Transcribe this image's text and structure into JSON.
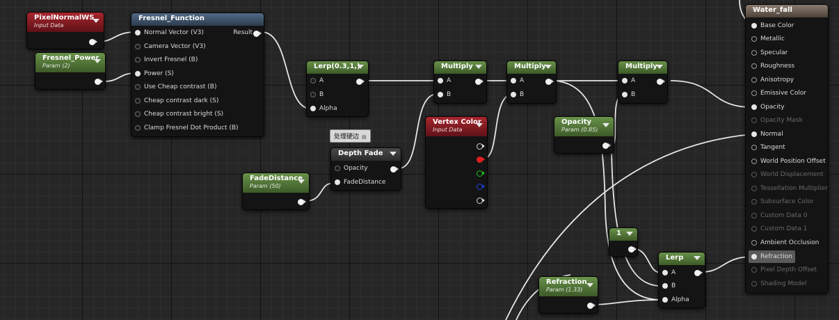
{
  "nodes": {
    "pixel_normal": {
      "title": "PixelNormalWS",
      "subtitle": "Input Data"
    },
    "fresnel_power": {
      "title": "Fresnel_Power",
      "subtitle": "Param (2)"
    },
    "fresnel_fn": {
      "title": "Fresnel_Function",
      "output": "Result",
      "inputs": [
        "Normal Vector (V3)",
        "Camera Vector (V3)",
        "Invert Fresnel (B)",
        "Power (S)",
        "Use Cheap contrast (B)",
        "Cheap contrast dark (S)",
        "Cheap contrast bright (S)",
        "Clamp Fresnel Dot Product (B)"
      ]
    },
    "lerp1": {
      "title": "Lerp(0.3,1,)",
      "inputs": [
        "A",
        "B",
        "Alpha"
      ]
    },
    "depth_fade": {
      "title": "Depth Fade",
      "comment": "处理硬边",
      "inputs": [
        "Opacity",
        "FadeDistance"
      ]
    },
    "fade_distance": {
      "title": "FadeDistance",
      "subtitle": "Param (50)"
    },
    "vertex_color": {
      "title": "Vertex Color",
      "subtitle": "Input Data"
    },
    "multiply1": {
      "title": "Multiply",
      "inputs": [
        "A",
        "B"
      ]
    },
    "multiply2": {
      "title": "Multiply",
      "inputs": [
        "A",
        "B"
      ]
    },
    "multiply3": {
      "title": "Multiply",
      "inputs": [
        "A",
        "B"
      ]
    },
    "opacity_param": {
      "title": "Opacity",
      "subtitle": "Param (0.85)"
    },
    "const_one": {
      "title": "1"
    },
    "lerp2": {
      "title": "Lerp",
      "inputs": [
        "A",
        "B",
        "Alpha"
      ]
    },
    "refraction_param": {
      "title": "Refraction",
      "subtitle": "Param (1.33)"
    },
    "material": {
      "title": "Water_fall",
      "inputs": [
        "Base Color",
        "Metallic",
        "Specular",
        "Roughness",
        "Anisotropy",
        "Emissive Color",
        "Opacity",
        "Opacity Mask",
        "Normal",
        "Tangent",
        "World Position Offset",
        "World Displacement",
        "Tessellation Multiplier",
        "Subsurface Color",
        "Custom Data 0",
        "Custom Data 1",
        "Ambient Occlusion",
        "Refraction",
        "Pixel Depth Offset",
        "Shading Model"
      ]
    }
  },
  "colors": {
    "wire": "#e6e6e6",
    "header_function": "#3d5068",
    "header_param": "#4f7236",
    "header_input": "#8a1c22",
    "header_material": "#6e6058",
    "pin_red": "#e02020",
    "pin_green": "#20c020",
    "pin_blue": "#2040e0"
  }
}
